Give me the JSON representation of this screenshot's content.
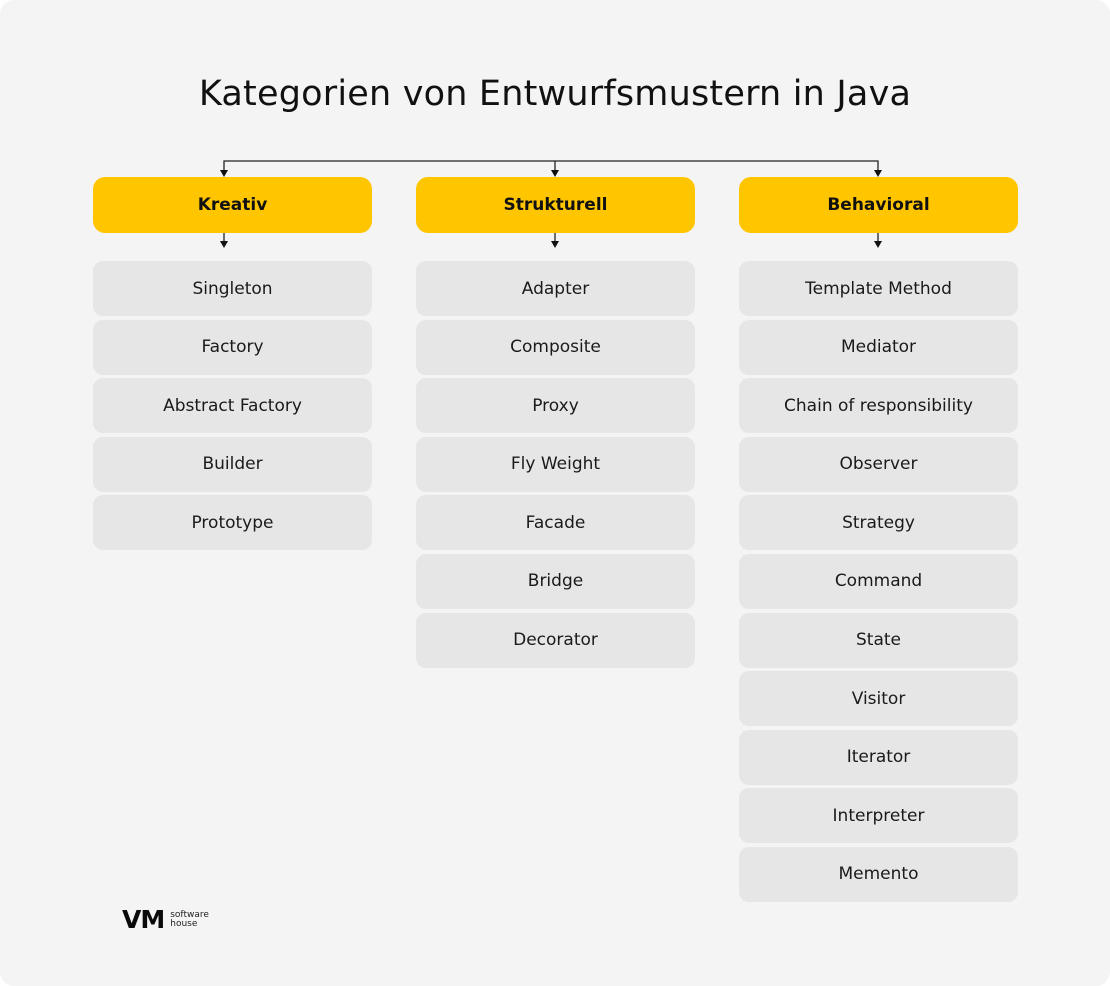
{
  "title": "Kategorien von Entwurfsmustern in Java",
  "colors": {
    "header": "#ffc600",
    "item": "#e6e6e6",
    "background": "#f4f4f4"
  },
  "categories": [
    {
      "label": "Kreativ",
      "items": [
        "Singleton",
        "Factory",
        "Abstract Factory",
        "Builder",
        "Prototype"
      ]
    },
    {
      "label": "Strukturell",
      "items": [
        "Adapter",
        "Composite",
        "Proxy",
        "Fly Weight",
        "Facade",
        "Bridge",
        "Decorator"
      ]
    },
    {
      "label": "Behavioral",
      "items": [
        "Template Method",
        "Mediator",
        "Chain of responsibility",
        "Observer",
        "Strategy",
        "Command",
        "State",
        "Visitor",
        "Iterator",
        "Interpreter",
        "Memento"
      ]
    }
  ],
  "logo": {
    "mark": "VM",
    "line1": "software",
    "line2": "house"
  }
}
